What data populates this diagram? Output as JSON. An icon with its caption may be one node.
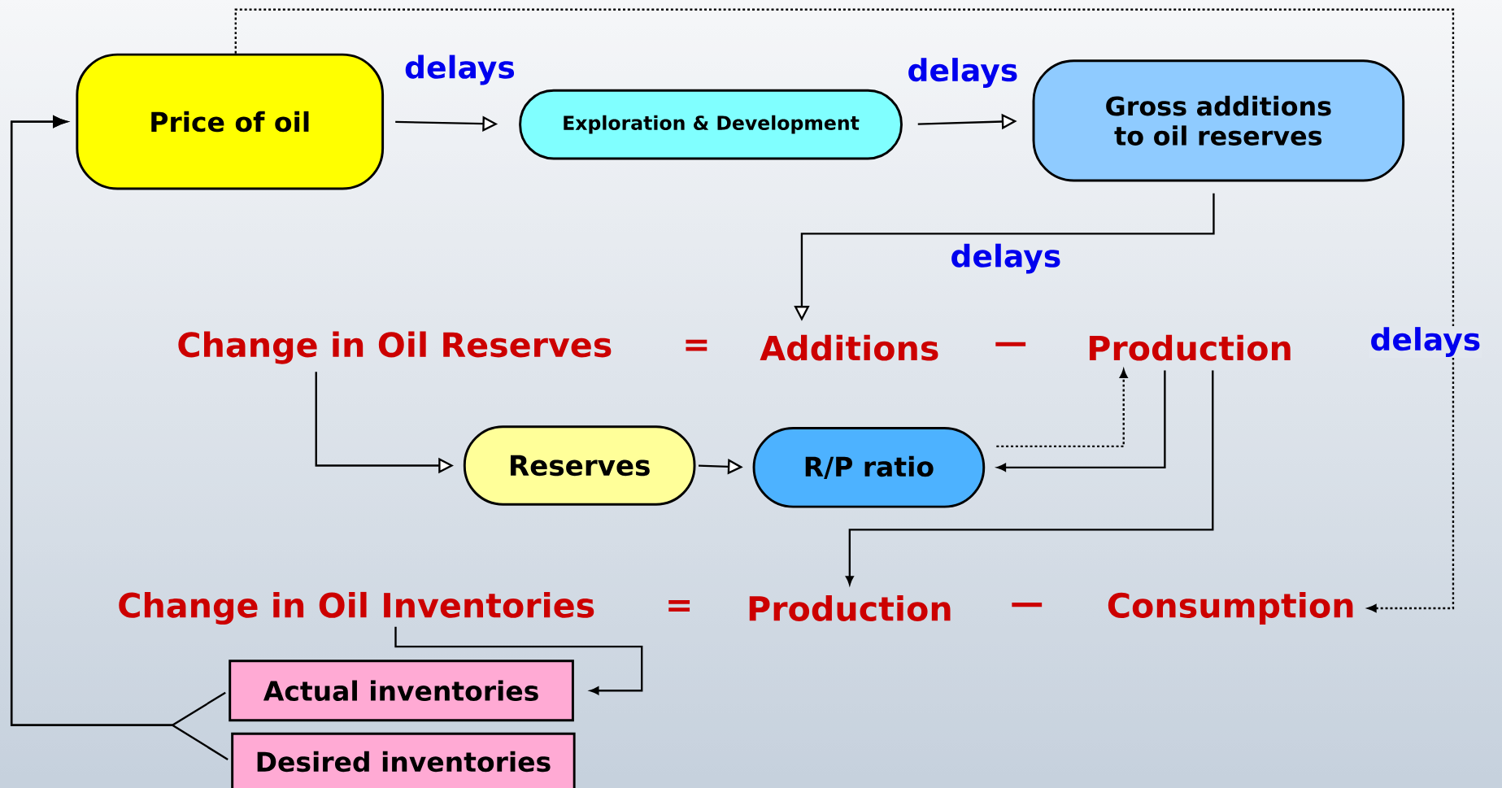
{
  "diagram": {
    "nodes": [
      {
        "text": [
          "Price of oil"
        ]
      },
      {
        "text": [
          "Exploration & Development"
        ]
      },
      {
        "text": [
          "Gross additions to oil reserves"
        ]
      },
      {
        "text": [
          "Change in Oil Reserves"
        ]
      },
      {
        "text": [
          "Additions"
        ]
      },
      {
        "text": [
          "Production"
        ]
      },
      {
        "text": [
          "Reserves"
        ]
      },
      {
        "text": [
          "R/P ratio"
        ]
      },
      {
        "text": [
          "Change in Oil Inventories"
        ]
      },
      {
        "text": [
          "Production"
        ]
      },
      {
        "text": [
          "Consumption"
        ]
      },
      {
        "text": [
          "Actual inventories"
        ]
      },
      {
        "text": [
          "Desired inventories"
        ]
      }
    ],
    "edges": [
      {
        "from": 0,
        "to": 1,
        "arrow": "to",
        "label": "delays"
      },
      {
        "from": 1,
        "to": 2,
        "arrow": "to",
        "label": "delays"
      },
      {
        "from": 2,
        "to": 4,
        "arrow": "to",
        "label": "delays"
      },
      {
        "from": 3,
        "to": 6,
        "arrow": "to"
      },
      {
        "from": 6,
        "to": 7,
        "arrow": "to"
      },
      {
        "from": 5,
        "to": 7,
        "arrow": "to"
      },
      {
        "from": 5,
        "to": 9,
        "arrow": "to"
      },
      {
        "from": 7,
        "to": 5,
        "arrow": "to",
        "style": "dashed"
      },
      {
        "from": 0,
        "to": 10,
        "arrow": "to",
        "style": "dashed",
        "label": "delays"
      },
      {
        "from": 8,
        "to": 11,
        "arrow": "to"
      },
      {
        "from": 11,
        "to": 0,
        "arrow": "to"
      },
      {
        "from": 12,
        "to": 0,
        "arrow": "to"
      }
    ],
    "labels": [
      "=",
      "—",
      "=",
      "—"
    ]
  }
}
